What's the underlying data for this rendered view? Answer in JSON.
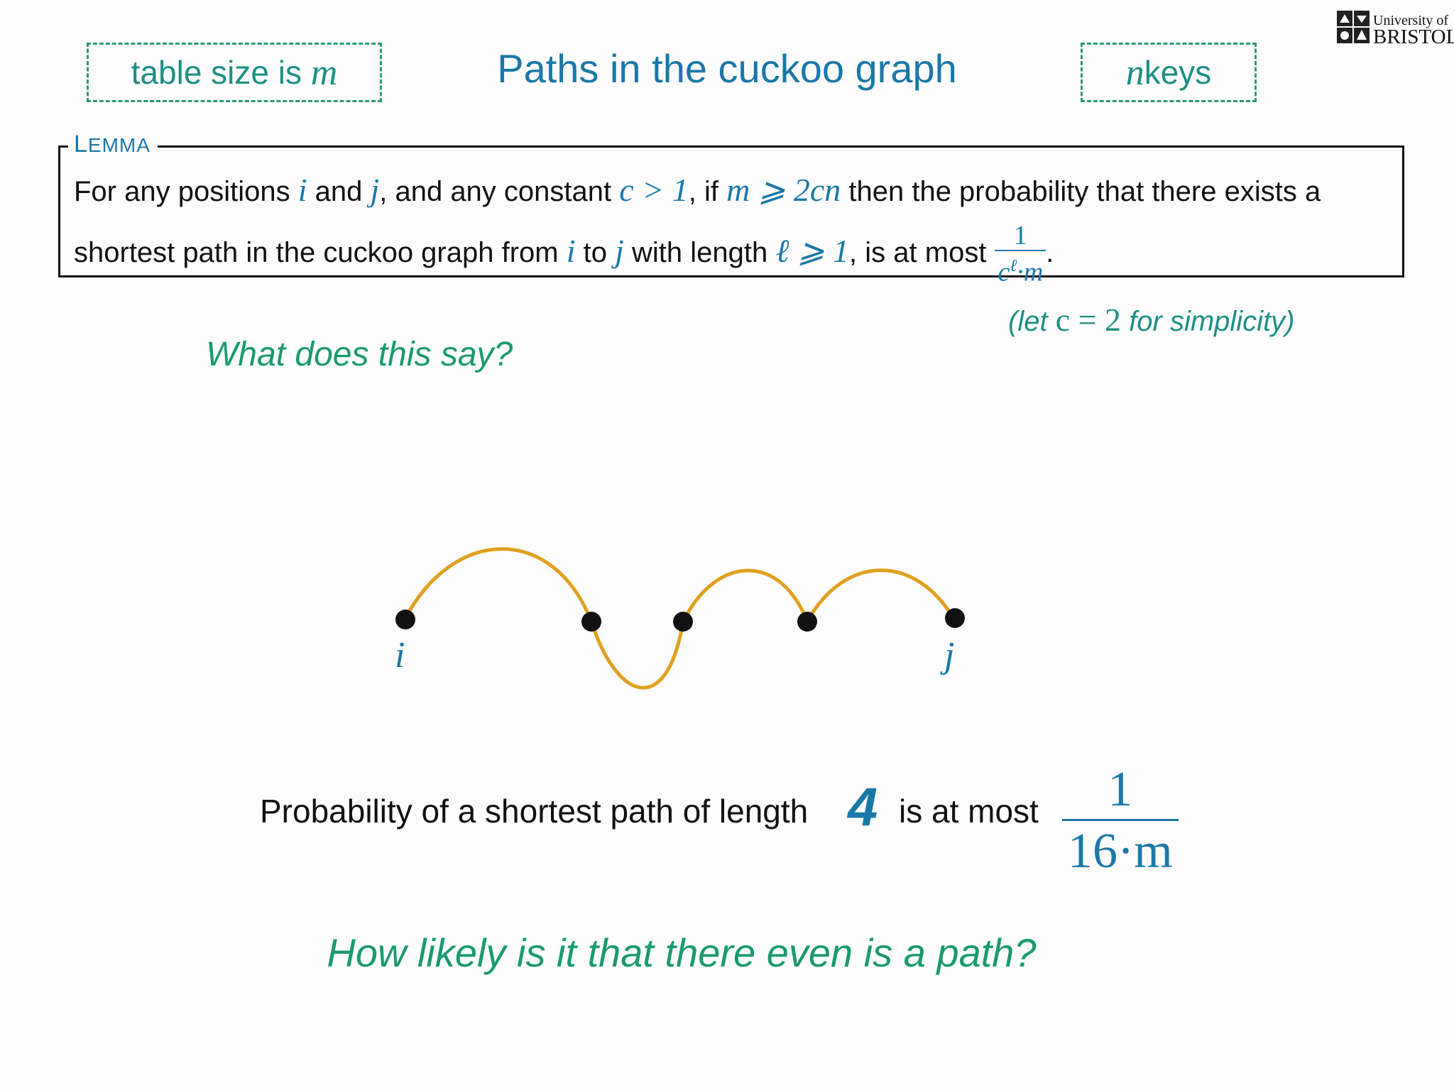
{
  "slide": {
    "title": "Paths in the cuckoo graph",
    "logo": {
      "line1": "University of",
      "line2": "BRISTOL"
    },
    "box_left": {
      "text": "table size is ",
      "var": "m"
    },
    "box_right": {
      "var": "n",
      "text": " keys"
    },
    "lemma": {
      "label_first": "L",
      "label_rest": "EMMA",
      "line1": {
        "t1": "For any positions ",
        "v_i": "i",
        "t2": " and ",
        "v_j": "j",
        "t3": ", and any constant ",
        "cond_c": "c > 1",
        "t4": ", if ",
        "cond_m": "m ⩾ 2cn",
        "t5": " then the probability that there exists a"
      },
      "line2": {
        "t1": "shortest path in the cuckoo graph from ",
        "v_i": "i",
        "t2": " to ",
        "v_j": "j",
        "t3": " with length ",
        "cond_l": "ℓ ⩾ 1",
        "t4": ", is at most",
        "frac_num": "1",
        "frac_den": "cℓ·m",
        "t5": "."
      }
    },
    "note_simplicity": {
      "open": "(let ",
      "expr": "c = 2",
      "close": " for simplicity)"
    },
    "question1": "What does this say?",
    "path_labels": {
      "start": "i",
      "end": "j"
    },
    "probability": {
      "text": "Probability of a shortest path of length",
      "length": "4",
      "text2": "is at most",
      "frac_num": "1",
      "frac_den": "16·m"
    },
    "question2": "How likely is it that there even is a path?",
    "colors": {
      "accent_blue": "#1a78a8",
      "accent_green": "#1a9a6e",
      "path_orange": "#e0a020",
      "node_black": "#111111"
    }
  }
}
